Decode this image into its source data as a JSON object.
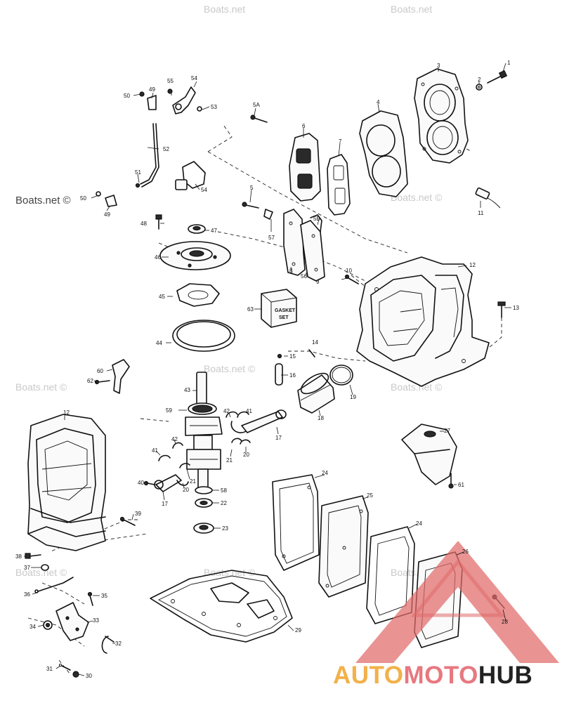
{
  "watermarks": {
    "site": "Boats.net",
    "site_copyright": "Boats.net ©",
    "brand_part1": "AUTO",
    "brand_part2": "MOTO",
    "brand_part3": "HUB"
  },
  "kit_label_line1": "GASKET",
  "kit_label_line2": "SET",
  "colors": {
    "line": "#111111",
    "brand_yellow": "#f2b14a",
    "brand_pink": "#e8787f",
    "logo_triangle": "#e06a6a",
    "watermark_grey": "#c9c9c9"
  },
  "callouts": {
    "n1": "1",
    "n2": "2",
    "n3": "3",
    "n4": "4",
    "n5": "5",
    "n6": "6",
    "n7": "7",
    "n8": "8",
    "n9": "9",
    "n10": "10",
    "n11": "11",
    "n12": "12",
    "n13": "13",
    "n14": "14",
    "n15": "15",
    "n16": "16",
    "n17": "17",
    "n18": "18",
    "n19": "19",
    "n20": "20",
    "n21": "21",
    "n22": "22",
    "n23": "23",
    "n24": "24",
    "n25": "25",
    "n26": "26",
    "n27": "27",
    "n28": "28",
    "n29": "29",
    "n30": "30",
    "n31": "31",
    "n32": "32",
    "n33": "33",
    "n34": "34",
    "n35": "35",
    "n36": "36",
    "n37": "37",
    "n38": "38",
    "n39": "39",
    "n40": "40",
    "n41": "41",
    "n42": "42",
    "n43": "43",
    "n44": "44",
    "n45": "45",
    "n46": "46",
    "n47": "47",
    "n48": "48",
    "n49": "49",
    "n50": "50",
    "n51": "51",
    "n52": "52",
    "n53": "53",
    "n54": "54",
    "n55": "55",
    "n56": "56",
    "n57": "57",
    "n58": "58",
    "n59": "59",
    "n60": "60",
    "n61": "61",
    "n62": "62",
    "n63": "63",
    "n5A": "5A",
    "n5B": "5B"
  }
}
